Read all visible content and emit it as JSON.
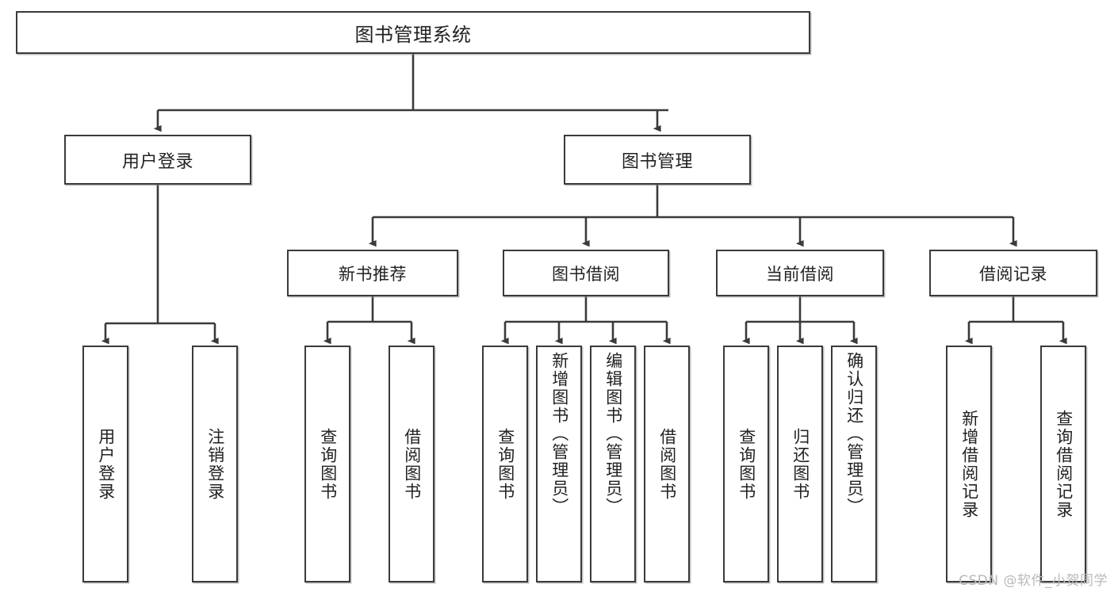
{
  "diagram": {
    "type": "tree-hierarchy",
    "title": "图书管理系统",
    "orientation": "top-down",
    "colors": {
      "box_border": "#3a3a3a",
      "box_fill": "#ffffff",
      "connector": "#3a3a3a",
      "text": "#222222",
      "watermark": "#b9b9b9"
    }
  },
  "root": {
    "label": "图书管理系统"
  },
  "level1": [
    {
      "label": "用户登录"
    },
    {
      "label": "图书管理"
    }
  ],
  "level2": [
    {
      "label": "新书推荐"
    },
    {
      "label": "图书借阅"
    },
    {
      "label": "当前借阅"
    },
    {
      "label": "借阅记录"
    }
  ],
  "leaves": {
    "user_login": [
      {
        "label": "用户登录"
      },
      {
        "label": "注销登录"
      }
    ],
    "new_book_recommend": [
      {
        "label": "查询图书"
      },
      {
        "label": "借阅图书"
      }
    ],
    "book_borrow": [
      {
        "label": "查询图书"
      },
      {
        "label": "新增图书（管理员）"
      },
      {
        "label": "编辑图书（管理员）"
      },
      {
        "label": "借阅图书"
      }
    ],
    "current_borrow": [
      {
        "label": "查询图书"
      },
      {
        "label": "归还图书"
      },
      {
        "label": "确认归还（管理员）"
      }
    ],
    "borrow_record": [
      {
        "label": "新增借阅记录"
      },
      {
        "label": "查询借阅记录"
      }
    ]
  },
  "watermark": {
    "text": "CSDN @软件_小贺同学"
  }
}
